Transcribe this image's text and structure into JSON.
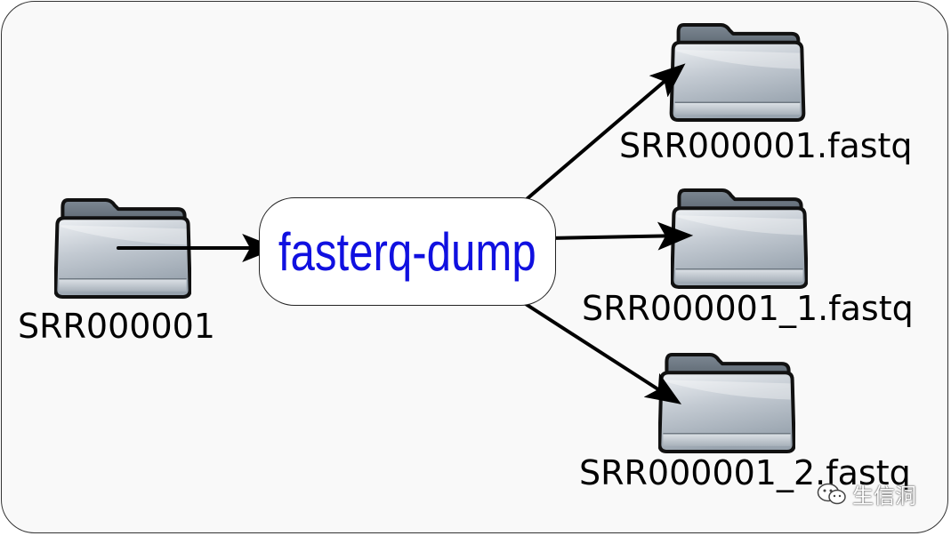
{
  "diagram": {
    "tool": {
      "label": "fasterq-dump"
    },
    "input": {
      "label": "SRR000001"
    },
    "outputs": [
      {
        "label": "SRR000001.fastq"
      },
      {
        "label": "SRR000001_1.fastq"
      },
      {
        "label": "SRR000001_2.fastq"
      }
    ]
  },
  "watermark": {
    "text": "生信洞"
  },
  "icons": {
    "node": "folder-icon",
    "arrow": "arrow-icon",
    "watermark": "wechat-icon"
  },
  "colors": {
    "tool_text": "#1010e0",
    "arrow": "#000000",
    "background": "#f9f9f9"
  }
}
